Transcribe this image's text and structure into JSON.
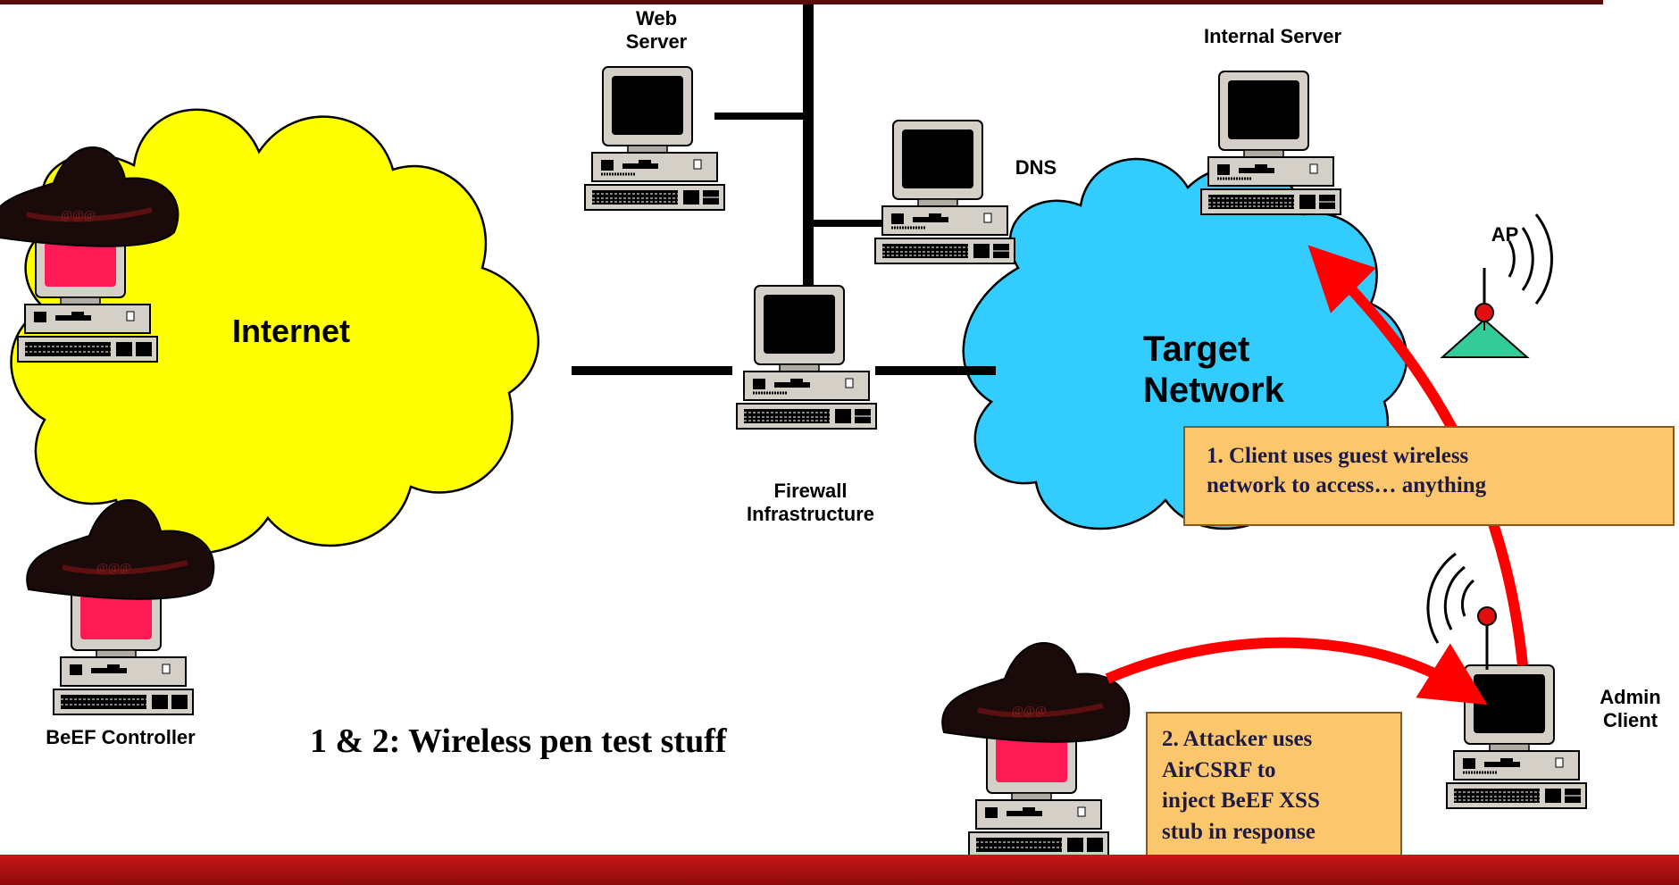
{
  "labels": {
    "web_server": "Web\nServer",
    "internal_server": "Internal Server",
    "dns": "DNS",
    "ap": "AP",
    "firewall": "Firewall\nInfrastructure",
    "beef_controller": "BeEF Controller",
    "admin_client": "Admin\nClient"
  },
  "clouds": {
    "internet": "Internet",
    "target_network": "Target\nNetwork"
  },
  "callouts": {
    "step1": "1. Client uses guest wireless\nnetwork to access… anything",
    "step2": "2. Attacker uses\nAirCSRF to\ninject BeEF XSS\nstub in response"
  },
  "caption": "1 & 2: Wireless pen test stuff",
  "colors": {
    "internet_cloud": "#ffff00",
    "target_cloud": "#33ccff",
    "attack_arrow": "#ff0000",
    "callout_fill": "#fcc76c",
    "footer": "#b01010",
    "ap_antenna": "#33cc99"
  }
}
